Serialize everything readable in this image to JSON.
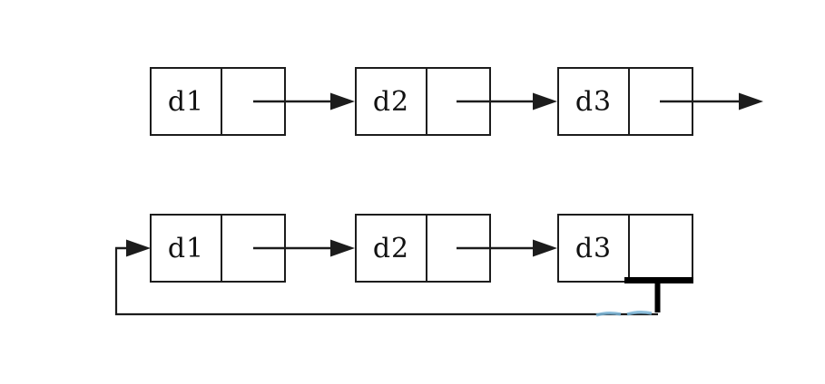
{
  "page": {
    "background": "#ffffff"
  },
  "palette": {
    "line": "#1c1c1c",
    "box_border": "#1c1c1c",
    "text": "#111111",
    "highlight": "#7cb6d8"
  },
  "top_list": {
    "nodes": [
      {
        "label": "d1"
      },
      {
        "label": "d2"
      },
      {
        "label": "d3"
      }
    ]
  },
  "bottom_list": {
    "nodes": [
      {
        "label": "d1"
      },
      {
        "label": "d2"
      },
      {
        "label": "d3"
      }
    ]
  }
}
